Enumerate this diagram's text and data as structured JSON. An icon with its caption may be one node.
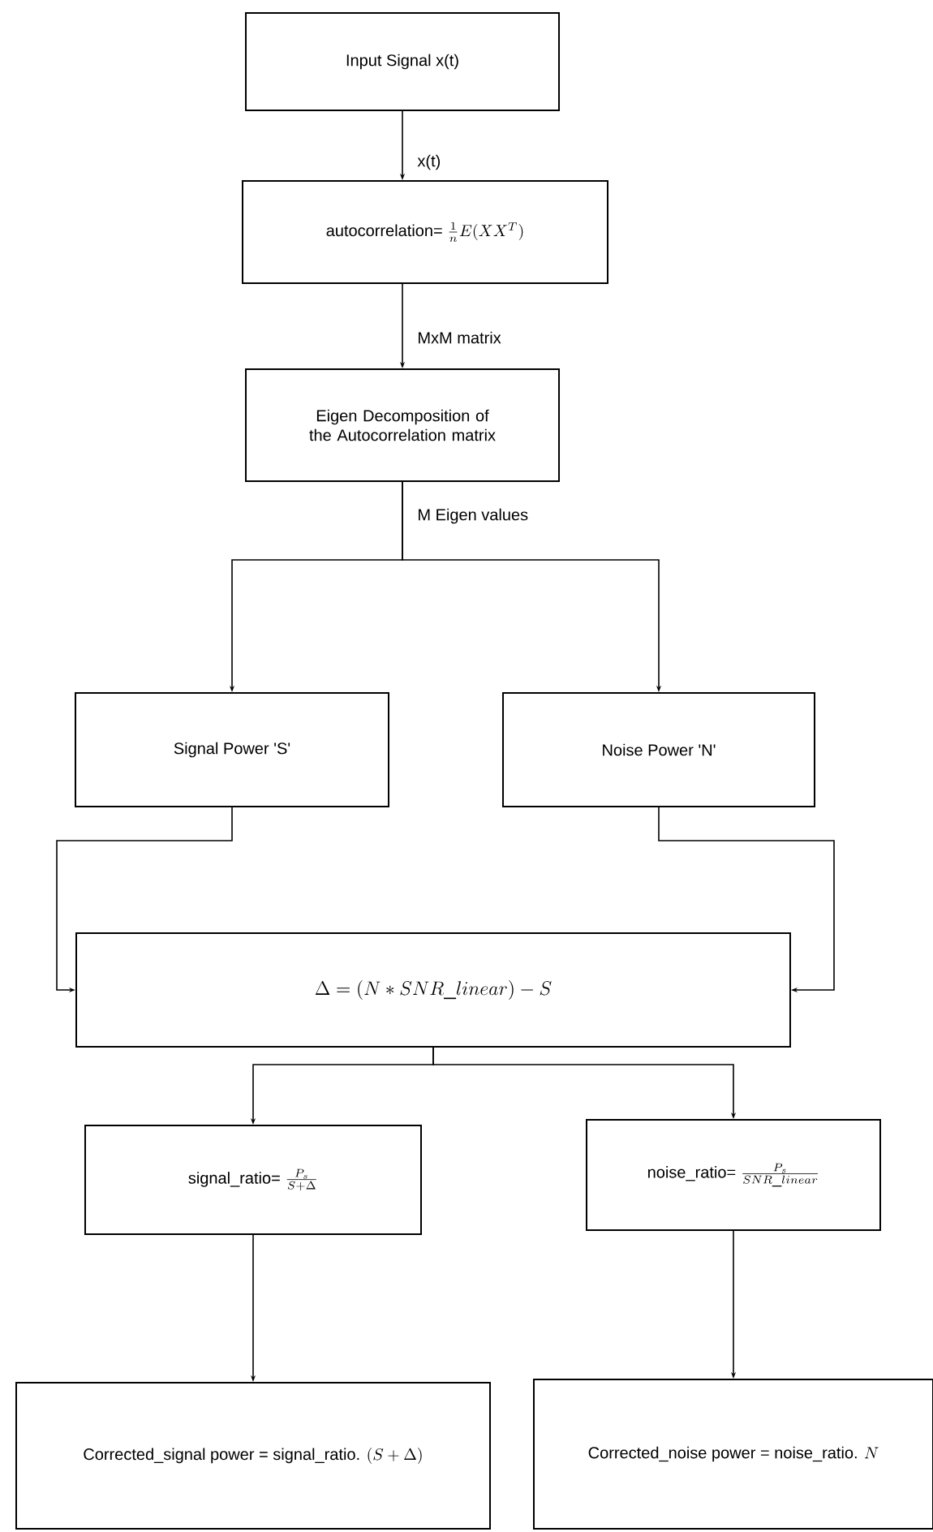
{
  "diagram": {
    "nodes": [
      {
        "text": [
          "Input Signal x(t)"
        ]
      },
      {
        "text": [
          "autocorrelation=",
          "\\frac{1}{n}E(XX^{T})"
        ]
      },
      {
        "text": [
          "Eigen Decomposition of the Autocorrelation matrix"
        ]
      },
      {
        "text": [
          "Signal Power 'S'"
        ]
      },
      {
        "text": [
          "Noise Power 'N'"
        ]
      },
      {
        "text": [
          "\\Delta=(N*SNR\\_linear)-S"
        ]
      },
      {
        "text": [
          "signal_ratio=",
          "\\frac{P_s}{S+\\Delta}"
        ]
      },
      {
        "text": [
          "noise_ratio=",
          "\\frac{P_s}{SNR\\_linear}"
        ]
      },
      {
        "text": [
          "Corrected_signal power = signal_ratio.",
          "(S+\\Delta)"
        ]
      },
      {
        "text": [
          "Corrected_noise power = noise_ratio.",
          "N"
        ]
      }
    ],
    "edges": [
      {
        "from": 0,
        "to": 1,
        "arrow": "to",
        "label": "x(t)"
      },
      {
        "from": 1,
        "to": 2,
        "arrow": "to",
        "label": "MxM matrix"
      },
      {
        "from": 2,
        "to": 3,
        "arrow": "to",
        "label": "M Eigen values"
      },
      {
        "from": 2,
        "to": 4,
        "arrow": "to"
      },
      {
        "from": 3,
        "to": 5,
        "arrow": "to"
      },
      {
        "from": 4,
        "to": 5,
        "arrow": "to"
      },
      {
        "from": 5,
        "to": 6,
        "arrow": "to"
      },
      {
        "from": 5,
        "to": 7,
        "arrow": "to"
      },
      {
        "from": 6,
        "to": 8,
        "arrow": "to"
      },
      {
        "from": 7,
        "to": 9,
        "arrow": "to"
      }
    ]
  }
}
